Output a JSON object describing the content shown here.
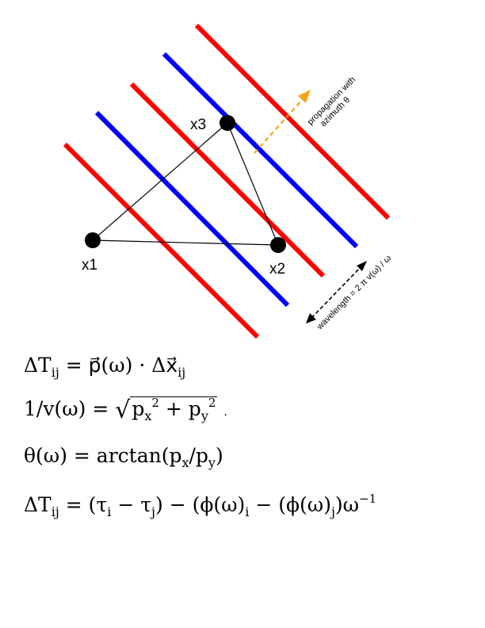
{
  "diagram": {
    "stations": {
      "x1": "x1",
      "x2": "x2",
      "x3": "x3"
    },
    "propagation_label": {
      "line1": "propagation with",
      "line2": "azimuth θ"
    },
    "wavelength_label": "wavelength = 2 π v(ω) / ω",
    "colors": {
      "crest": "#ff0000",
      "trough": "#0000ff",
      "arrow": "#f4a516",
      "node": "#000000"
    }
  },
  "equations": {
    "eq1": {
      "lhs": "ΔT",
      "lhs_sub": "ij",
      "equals": "=",
      "p": "p⃗(ω)",
      "dot": "·",
      "dx": "Δx⃗",
      "dx_sub": "ij"
    },
    "eq2": {
      "lhs": "1/v(ω)",
      "equals": "=",
      "px": "p",
      "px_sub": "x",
      "sup": "2",
      "plus": "+",
      "py": "p",
      "py_sub": "y",
      "sup2": "2",
      "tail": "."
    },
    "eq3": {
      "text": "θ(ω) = arctan(p",
      "sub1": "x",
      "mid": "/p",
      "sub2": "y",
      "end": ")"
    },
    "eq4": {
      "lhs": "ΔT",
      "lhs_sub": "ij",
      "part1": "= (τ",
      "s1": "i",
      "part2": " − τ",
      "s2": "j",
      "part3": ") − (ϕ(ω)",
      "s3": "i",
      "part4": " − (ϕ(ω)",
      "s4": "j",
      "part5": ")ω",
      "sup": "−1"
    }
  }
}
